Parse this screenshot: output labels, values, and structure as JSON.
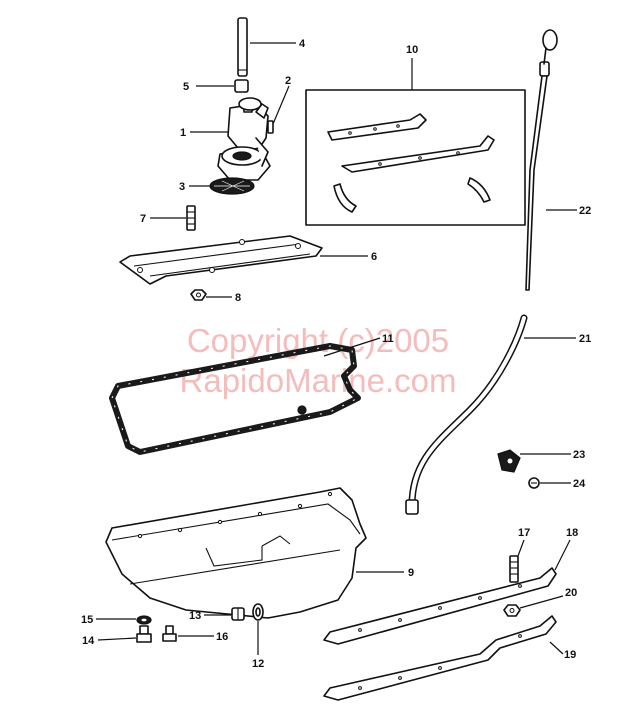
{
  "watermark": {
    "line1": "Copyright (c)2005",
    "line2": "RapidoMarine.com",
    "color": "#f2a6a6"
  },
  "callouts": {
    "c1": "1",
    "c2": "2",
    "c3": "3",
    "c4": "4",
    "c5": "5",
    "c6": "6",
    "c7": "7",
    "c8": "8",
    "c9": "9",
    "c10": "10",
    "c11": "11",
    "c12": "12",
    "c13": "13",
    "c14": "14",
    "c15": "15",
    "c16": "16",
    "c17": "17",
    "c18": "18",
    "c19": "19",
    "c20": "20",
    "c21": "21",
    "c22": "22",
    "c23": "23",
    "c24": "24"
  }
}
